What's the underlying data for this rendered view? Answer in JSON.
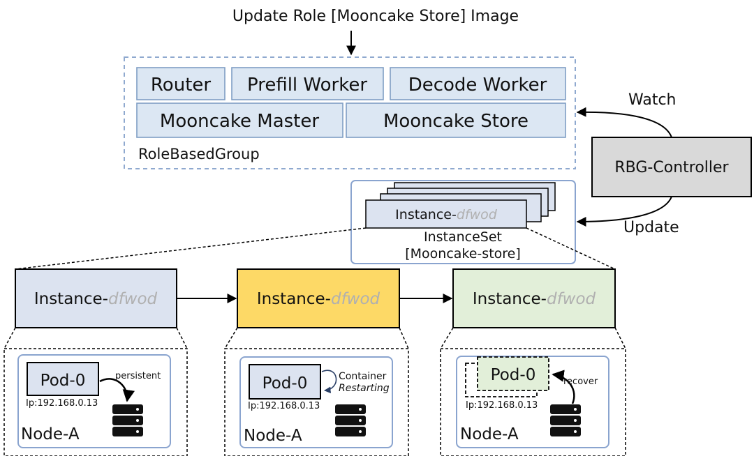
{
  "update_title": "Update Role [Mooncake Store] Image",
  "role_group": {
    "label": "RoleBasedGroup",
    "roles": [
      "Router",
      "Prefill Worker",
      "Decode Worker",
      "Mooncake Master",
      "Mooncake Store"
    ]
  },
  "controller": {
    "label": "RBG-Controller",
    "watch_label": "Watch",
    "update_label": "Update"
  },
  "instance_set": {
    "instance_prefix": "Instance-",
    "instance_suffix": "dfwod",
    "label_line1": "InstanceSet",
    "label_line2": "[Mooncake-store]"
  },
  "stages": [
    {
      "instance_prefix": "Instance-",
      "instance_suffix": "dfwod",
      "fill": "#dce3f0",
      "pod_label": "Pod-0",
      "ip": "Ip:192.168.0.13",
      "node": "Node-A",
      "note_line1": "persistent",
      "note_line2": ""
    },
    {
      "instance_prefix": "Instance-",
      "instance_suffix": "dfwod",
      "fill": "#fdd966",
      "pod_label": "Pod-0",
      "ip": "Ip:192.168.0.13",
      "node": "Node-A",
      "note_line1": "Container",
      "note_line2": "Restarting"
    },
    {
      "instance_prefix": "Instance-",
      "instance_suffix": "dfwod",
      "fill": "#e2efd9",
      "pod_label": "Pod-0",
      "ip": "Ip:192.168.0.13",
      "node": "Node-A",
      "note_line1": "recover",
      "note_line2": ""
    }
  ],
  "colors": {
    "role_fill": "#dce7f3",
    "controller_fill": "#d9d9d9",
    "frame_stroke": "#8aa4cf"
  }
}
